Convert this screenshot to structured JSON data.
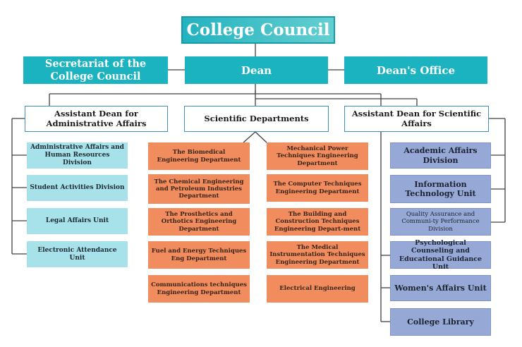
{
  "top": {
    "council": "College Council",
    "secretariat": "Secretariat of the College Council",
    "dean": "Dean",
    "deans_office": "Dean's Office"
  },
  "branches": {
    "admin_affairs": "Assistant Dean for Administrative Affairs",
    "scientific_departments": "Scientific Departments",
    "scientific_affairs": "Assistant Dean for Scientific Affairs"
  },
  "admin_units": [
    "Administrative Affairs and Human Resources Division",
    "Student Activities Division",
    "Legal Affairs Unit",
    "Electronic Attendance Unit"
  ],
  "departments_left": [
    "The Biomedical Engineering Department",
    "The Chemical Engineering and Petroleum Industries Department",
    "The Prosthetics and Orthotics Engineering Department",
    "Fuel and Energy Techniques Eng Department",
    "Communications techniques Engineering Department"
  ],
  "departments_right": [
    "Mechanical Power Techniques Engineering Department",
    "The Computer Techniques Engineering Department",
    "The Building and Construction Techniques Engineering Depart-ment",
    "The Medical Instrumentation Techniques Engineering Department",
    "Electrical Engineering"
  ],
  "science_units": [
    "Academic Affairs Division",
    "Information Technology Unit",
    "Quality Assurance and Communi-ty Performance Division",
    "Psychological Counseling and Educational Guidance Unit",
    "Women's Affairs Unit",
    "College Library"
  ],
  "colors": {
    "teal": "#1cb3c1",
    "outline": "#3f8fb8",
    "light_blue": "#a7e2ea",
    "orange": "#f08c5e",
    "purple": "#96a8d6",
    "connector": "#404040"
  }
}
